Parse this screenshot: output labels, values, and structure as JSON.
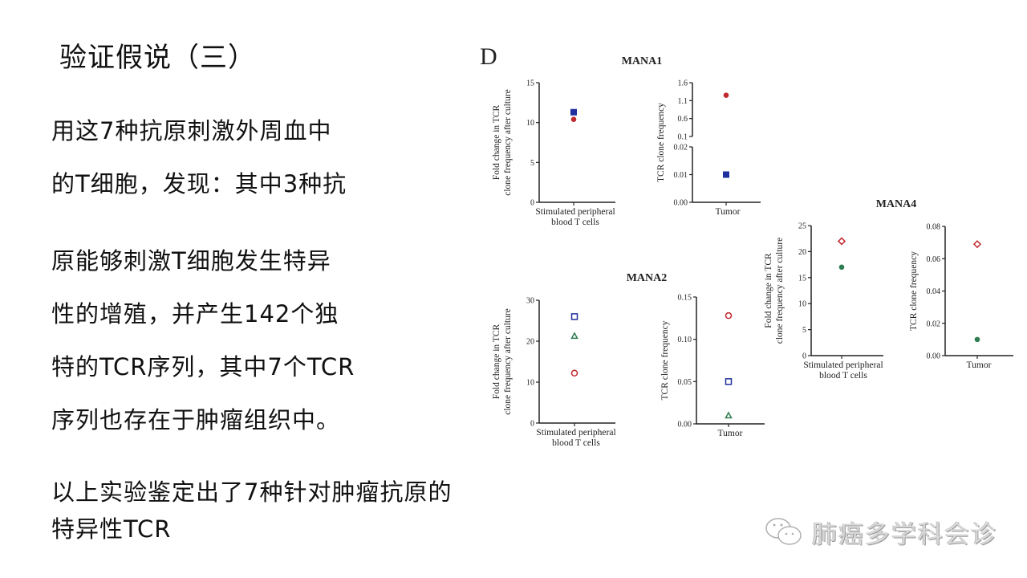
{
  "slide": {
    "title": "验证假说（三）",
    "body_lines": [
      "用这7种抗原刺激外周血中",
      "的T细胞，发现：其中3种抗",
      "原能够刺激T细胞发生特异",
      "性的增殖，并产生142个独",
      "特的TCR序列，其中7个TCR",
      "序列也存在于肿瘤组织中。"
    ],
    "summary_lines": [
      "以上实验鉴定出了7种针对肿瘤抗原的",
      "特异性TCR"
    ],
    "watermark": "肺癌多学科会诊",
    "watermark_icon": "wechat-icon"
  },
  "figure": {
    "panel_label": "D"
  },
  "colors": {
    "blue": "#1f2f9e",
    "red": "#c0282e",
    "green": "#2f7d52"
  },
  "chart_data": [
    {
      "type": "scatter",
      "group": "MANA1",
      "title": "MANA1",
      "ylabel": [
        "Fold change in TCR",
        "clone frequency after culture"
      ],
      "xlabel": [
        "Stimulated peripheral",
        "blood T cells"
      ],
      "ylim": [
        0,
        15
      ],
      "yticks": [
        "0",
        "5",
        "10",
        "15"
      ],
      "ytick_values": [
        0,
        5,
        10,
        15
      ],
      "points": [
        {
          "value": 11.3,
          "marker": "square-filled",
          "color": "blue"
        },
        {
          "value": 10.4,
          "marker": "circle-filled",
          "color": "red"
        }
      ]
    },
    {
      "type": "scatter",
      "group": "MANA1",
      "ylabel": [
        "TCR clone frequency"
      ],
      "xlabel": [
        "Tumor"
      ],
      "broken_axis": true,
      "segments": [
        [
          0,
          0.02
        ],
        [
          0.1,
          1.6
        ]
      ],
      "yticks": [
        "0.00",
        "0.01",
        "0.02",
        "0.1",
        "0.6",
        "1.1",
        "1.6"
      ],
      "ytick_values": [
        0,
        0.01,
        0.02,
        0.1,
        0.6,
        1.1,
        1.6
      ],
      "points": [
        {
          "value": 1.25,
          "marker": "circle-filled",
          "color": "red"
        },
        {
          "value": 0.01,
          "marker": "square-filled",
          "color": "blue"
        }
      ]
    },
    {
      "type": "scatter",
      "group": "MANA2",
      "title": "MANA2",
      "ylabel": [
        "Fold change in TCR",
        "clone frequency after culture"
      ],
      "xlabel": [
        "Stimulated peripheral",
        "blood T cells"
      ],
      "ylim": [
        0,
        30
      ],
      "yticks": [
        "0",
        "10",
        "20",
        "30"
      ],
      "ytick_values": [
        0,
        10,
        20,
        30
      ],
      "points": [
        {
          "value": 26,
          "marker": "square-open",
          "color": "blue"
        },
        {
          "value": 21.3,
          "marker": "triangle-open",
          "color": "green"
        },
        {
          "value": 12.2,
          "marker": "circle-open",
          "color": "red"
        }
      ]
    },
    {
      "type": "scatter",
      "group": "MANA2",
      "ylabel": [
        "TCR clone frequency"
      ],
      "xlabel": [
        "Tumor"
      ],
      "ylim": [
        0,
        0.15
      ],
      "yticks": [
        "0.00",
        "0.05",
        "0.10",
        "0.15"
      ],
      "ytick_values": [
        0,
        0.05,
        0.1,
        0.15
      ],
      "points": [
        {
          "value": 0.128,
          "marker": "circle-open",
          "color": "red"
        },
        {
          "value": 0.05,
          "marker": "square-open",
          "color": "blue"
        },
        {
          "value": 0.01,
          "marker": "triangle-open",
          "color": "green"
        }
      ]
    },
    {
      "type": "scatter",
      "group": "MANA4",
      "title": "MANA4",
      "ylabel": [
        "Fold change in TCR",
        "clone frequency after culture"
      ],
      "xlabel": [
        "Stimulated peripheral",
        "blood T cells"
      ],
      "ylim": [
        0,
        25
      ],
      "yticks": [
        "0",
        "5",
        "10",
        "15",
        "20",
        "25"
      ],
      "ytick_values": [
        0,
        5,
        10,
        15,
        20,
        25
      ],
      "points": [
        {
          "value": 22,
          "marker": "diamond-open",
          "color": "red"
        },
        {
          "value": 17,
          "marker": "circle-filled",
          "color": "green"
        }
      ]
    },
    {
      "type": "scatter",
      "group": "MANA4",
      "ylabel": [
        "TCR clone frequency"
      ],
      "xlabel": [
        "Tumor"
      ],
      "ylim": [
        0,
        0.08
      ],
      "yticks": [
        "0.00",
        "0.02",
        "0.04",
        "0.06",
        "0.08"
      ],
      "ytick_values": [
        0,
        0.02,
        0.04,
        0.06,
        0.08
      ],
      "points": [
        {
          "value": 0.069,
          "marker": "diamond-open",
          "color": "red"
        },
        {
          "value": 0.01,
          "marker": "circle-filled",
          "color": "green"
        }
      ]
    }
  ]
}
